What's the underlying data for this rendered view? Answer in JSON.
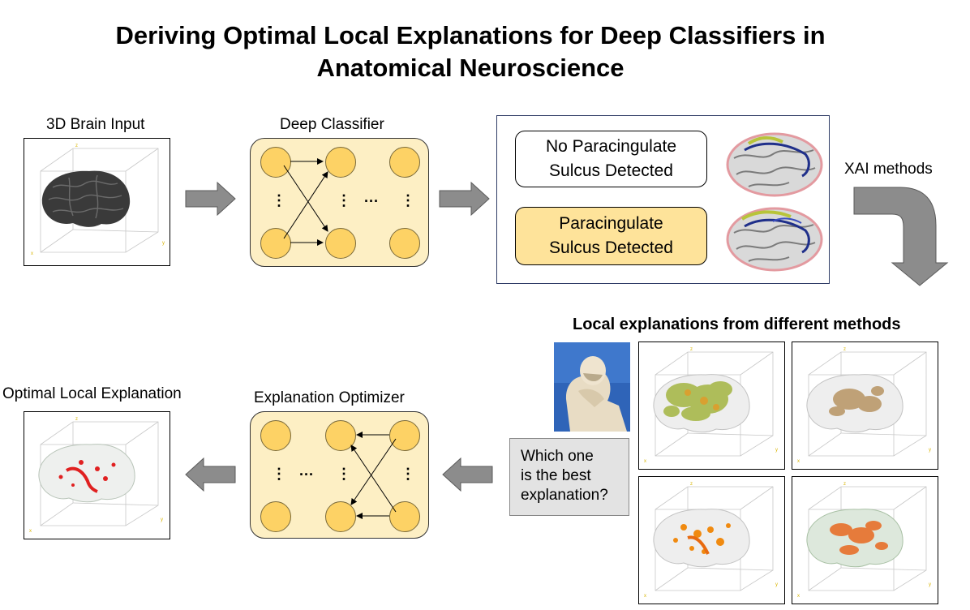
{
  "title_line1": "Deriving Optimal Local Explanations for Deep Classifiers in",
  "title_line2": "Anatomical Neuroscience",
  "input_label": "3D Brain Input",
  "classifier_label": "Deep Classifier",
  "result_no": "No Paracingulate Sulcus Detected",
  "result_no_line1": "No Paracingulate",
  "result_no_line2": "Sulcus Detected",
  "result_yes_line1": "Paracingulate",
  "result_yes_line2": "Sulcus Detected",
  "xai_label": "XAI methods",
  "local_label": "Local explanations from different methods",
  "question_line1": "Which one",
  "question_line2": "is  the best",
  "question_line3": "explanation?",
  "optimizer_label": "Explanation Optimizer",
  "optimal_label": "Optimal Local Explanation",
  "vertical_dots": "⋮",
  "horizontal_dots": "···",
  "axis_x": "x",
  "axis_y": "y",
  "axis_z": "z",
  "colors": {
    "node_fill": "#fdd265",
    "panel_fill": "#fdefc4",
    "arrow_fill": "#8c8c8c",
    "positive_result_fill": "#fee39a"
  }
}
